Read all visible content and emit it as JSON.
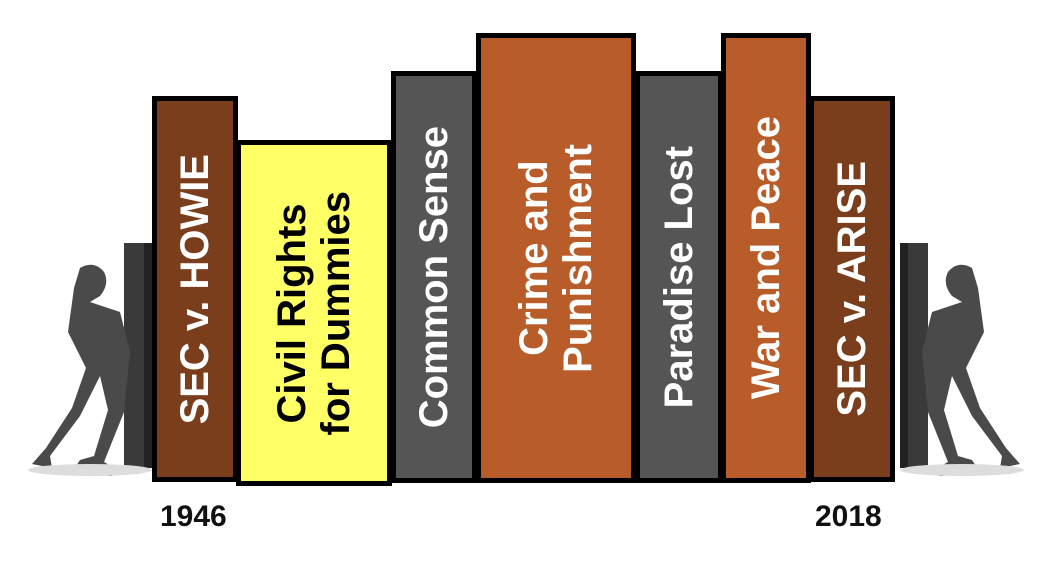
{
  "books": [
    {
      "title": "SEC v. HOWIE",
      "color": "#7a3e1d",
      "text_color": "#ffffff"
    },
    {
      "title": "Civil Rights\nfor Dummies",
      "color": "#ffff66",
      "text_color": "#000000"
    },
    {
      "title": "Common Sense",
      "color": "#555555",
      "text_color": "#ffffff"
    },
    {
      "title": "Crime and\nPunishment",
      "color": "#b85c2a",
      "text_color": "#ffffff"
    },
    {
      "title": "Paradise Lost",
      "color": "#555555",
      "text_color": "#ffffff"
    },
    {
      "title": "War and Peace",
      "color": "#b85c2a",
      "text_color": "#ffffff"
    },
    {
      "title": "SEC v. ARISE",
      "color": "#7a3e1d",
      "text_color": "#ffffff"
    }
  ],
  "years": {
    "start": "1946",
    "end": "2018"
  }
}
